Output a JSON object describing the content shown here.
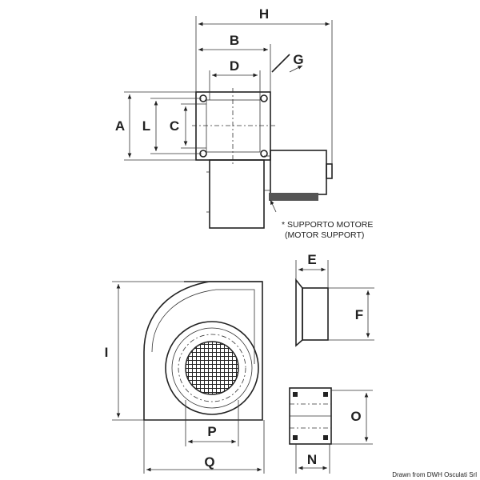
{
  "labels": {
    "H": "H",
    "B": "B",
    "D": "D",
    "G": "G",
    "A": "A",
    "L": "L",
    "C": "C",
    "E": "E",
    "F": "F",
    "I": "I",
    "O": "O",
    "P": "P",
    "Q": "Q",
    "N": "N"
  },
  "note": {
    "line1": "* SUPPORTO MOTORE",
    "line2": "(MOTOR SUPPORT)"
  },
  "credit": "Drawn from DWH Osculati Srl"
}
